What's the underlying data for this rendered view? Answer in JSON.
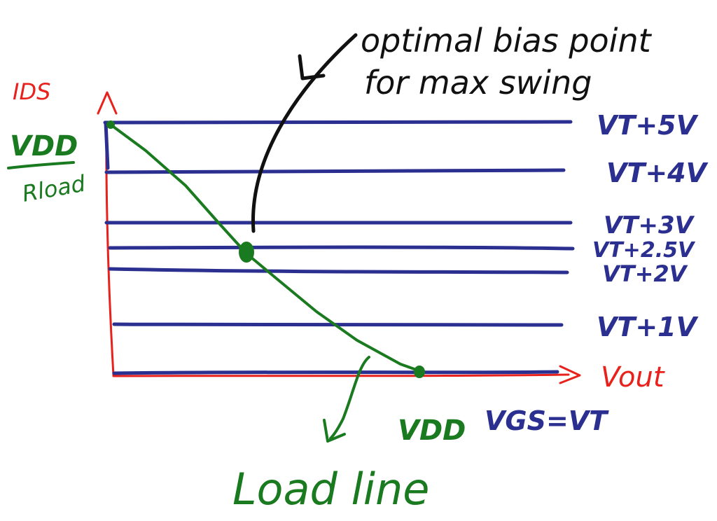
{
  "colors": {
    "axis": "#e8211c",
    "curves": "#2b2f8f",
    "load_line": "#1a7a1f",
    "annotation": "#111111"
  },
  "axes": {
    "y_label": "IDS",
    "x_label": "Vout"
  },
  "y_intercept": {
    "numerator": "VDD",
    "denominator": "Rload"
  },
  "x_intercept_label": "VDD",
  "curves": [
    {
      "label": "VT+5V"
    },
    {
      "label": "VT+4V"
    },
    {
      "label": "VT+3V"
    },
    {
      "label": "VT+2.5V"
    },
    {
      "label": "VT+2V"
    },
    {
      "label": "VT+1V"
    },
    {
      "label": "VGS=VT"
    }
  ],
  "annotations": {
    "bias_point_line1": "optimal bias point",
    "bias_point_line2": "for max swing",
    "load_line": "Load line"
  }
}
